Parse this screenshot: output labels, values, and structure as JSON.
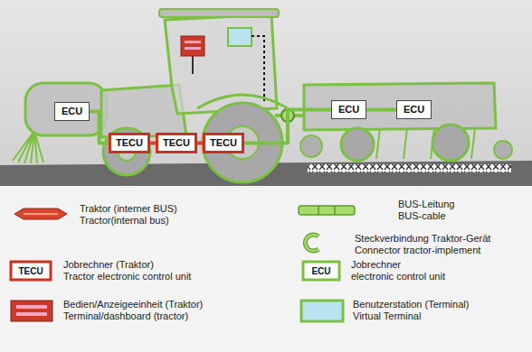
{
  "diagram": {
    "nodes": [
      {
        "text": [
          "ECU"
        ]
      },
      {
        "text": [
          "TECU"
        ]
      },
      {
        "text": [
          "TECU"
        ]
      },
      {
        "text": [
          "TECU"
        ]
      },
      {
        "text": [
          "ECU"
        ]
      },
      {
        "text": [
          "ECU"
        ]
      }
    ],
    "edges": [
      {
        "from": 0,
        "to": 1,
        "arrow": "none"
      },
      {
        "from": 1,
        "to": 2,
        "arrow": "none"
      },
      {
        "from": 2,
        "to": 3,
        "arrow": "none"
      },
      {
        "from": 3,
        "to": 4,
        "arrow": "none"
      },
      {
        "from": 4,
        "to": 5,
        "arrow": "none"
      }
    ],
    "labels": [
      "TECU",
      "ECU"
    ],
    "legend": [
      {
        "text": "Traktor (interner BUS)"
      },
      {
        "text": "Tractor(internal bus)"
      },
      {
        "text": "BUS-Leitung"
      },
      {
        "text": "BUS-cable"
      },
      {
        "text": "Steckverbindung Traktor-Gerät"
      },
      {
        "text": "Connector tractor-implement"
      },
      {
        "text": "Jobrechner (Traktor)"
      },
      {
        "text": "Tractor electronic control unit"
      },
      {
        "text": "Jobrechner"
      },
      {
        "text": "electronic control unit"
      },
      {
        "text": "Bedien/Anzeigeeinheit (Traktor)"
      },
      {
        "text": "Terminal/dashboard (tractor)"
      },
      {
        "text": "Benutzerstation (Terminal)"
      },
      {
        "text": "Virtual Terminal"
      }
    ]
  }
}
